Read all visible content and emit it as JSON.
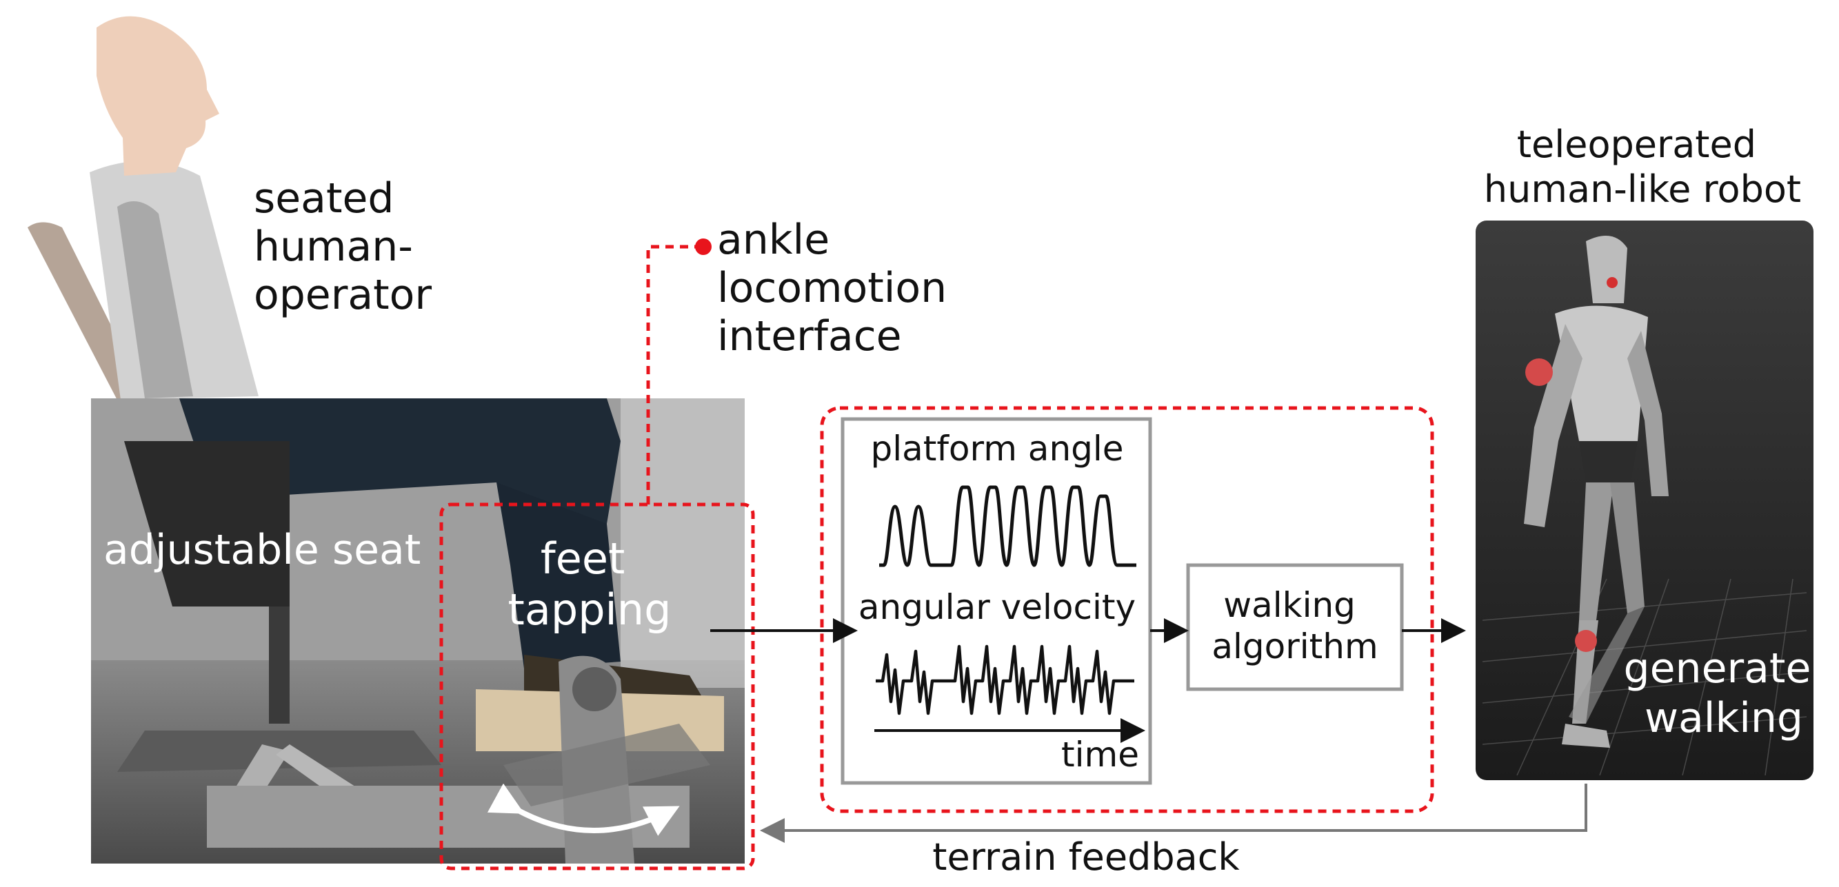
{
  "labels": {
    "seated_operator": [
      "seated",
      "human-",
      "operator"
    ],
    "ankle_interface": [
      "ankle",
      "locomotion",
      "interface"
    ],
    "adjustable_seat": "adjustable seat",
    "feet_tapping": [
      "feet",
      "tapping"
    ],
    "platform_angle": "platform angle",
    "angular_velocity": "angular velocity",
    "time": "time",
    "walking_algorithm": [
      "walking",
      "algorithm"
    ],
    "robot_title": [
      "teleoperated",
      "human-like robot"
    ],
    "generate_walking": [
      "generate",
      "walking"
    ],
    "terrain_feedback": "terrain feedback"
  },
  "colors": {
    "dashed_red": "#e8141c",
    "block_border": "#999999",
    "arrow": "#111111",
    "feedback_line": "#777777",
    "robot_panel": "#2a2a2a",
    "photo_bg": "#6f6f6f",
    "operator_skin": "#eecfba",
    "operator_shirt": "#d4d4d4",
    "chair_back": "#b5a497"
  }
}
